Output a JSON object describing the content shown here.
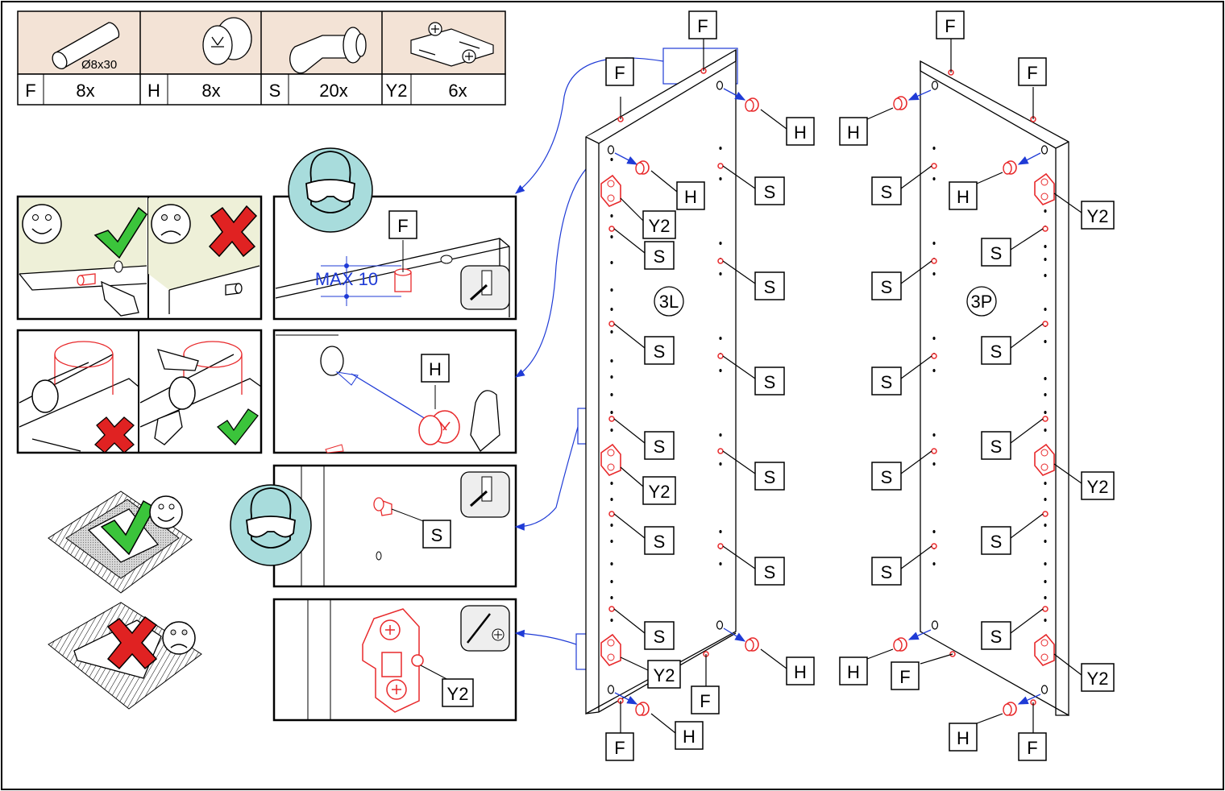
{
  "parts_table": [
    {
      "code": "F",
      "qty": "8x",
      "note": "Ø8x30"
    },
    {
      "code": "H",
      "qty": "8x"
    },
    {
      "code": "S",
      "qty": "20x"
    },
    {
      "code": "Y2",
      "qty": "6x"
    }
  ],
  "detail": {
    "max_label": "MAX 10",
    "f_label": "F",
    "h_label": "H",
    "s_label": "S",
    "y2_label": "Y2"
  },
  "panel_left": {
    "id": "3L",
    "labels": {
      "f": "F",
      "h": "H",
      "s": "S",
      "y2": "Y2"
    }
  },
  "panel_right": {
    "id": "3P",
    "labels": {
      "f": "F",
      "h": "H",
      "s": "S",
      "y2": "Y2"
    }
  },
  "colors": {
    "part_red": "#e8292b",
    "guide_blue": "#1f3bd6",
    "good_green": "#3bc43b",
    "bad_red": "#e02222",
    "table_fill": "#f3e3d6",
    "goggle_teal": "#a8dcdc"
  },
  "icons": [
    "smiley-icon",
    "sad-face-icon",
    "checkmark-icon",
    "cross-icon",
    "goggles-icon",
    "hammer-icon",
    "screwdriver-icon"
  ]
}
